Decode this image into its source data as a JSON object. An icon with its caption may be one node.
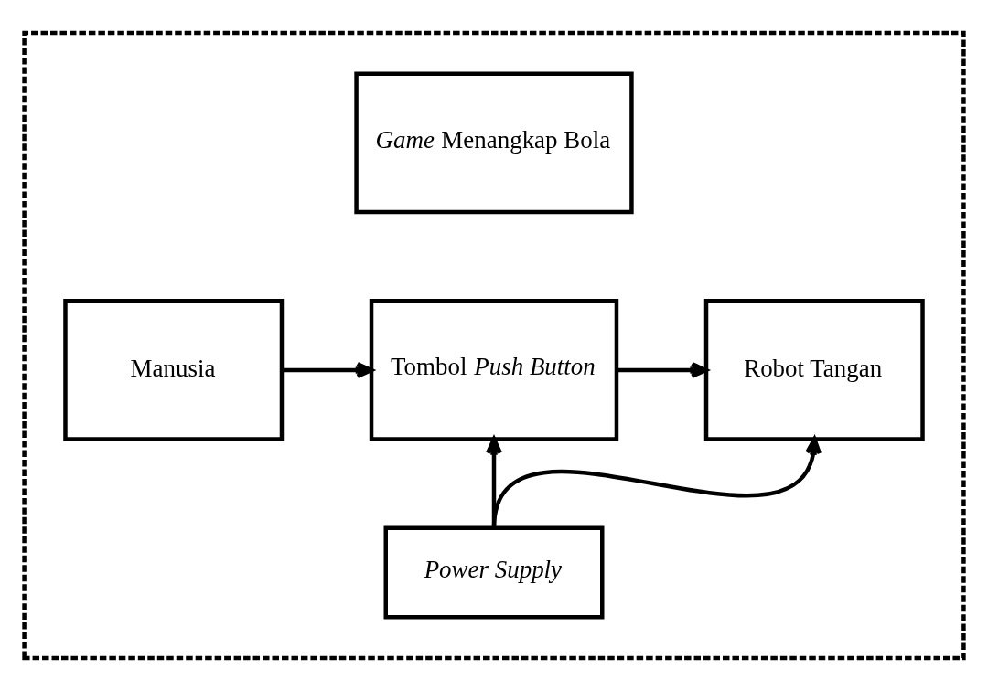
{
  "diagram": {
    "nodes": [
      {
        "text": [],
        "shape": "box"
      },
      {
        "text": [
          "*Game* Menangkap Bola"
        ],
        "in": 0
      },
      {
        "text": [
          "Manusia"
        ],
        "in": 0
      },
      {
        "text": [
          "Tombol *Push Button*"
        ],
        "in": 0
      },
      {
        "text": [
          "Robot Tangan"
        ],
        "in": 0
      },
      {
        "text": [
          "Power Supply"
        ],
        "in": 0
      }
    ],
    "edges": [
      {
        "from": 2,
        "to": 3,
        "arrow": "to"
      },
      {
        "from": 3,
        "to": 4,
        "arrow": "to"
      },
      {
        "from": 5,
        "to": 3,
        "arrow": "to"
      },
      {
        "from": 5,
        "to": 4,
        "arrow": "to"
      }
    ]
  }
}
